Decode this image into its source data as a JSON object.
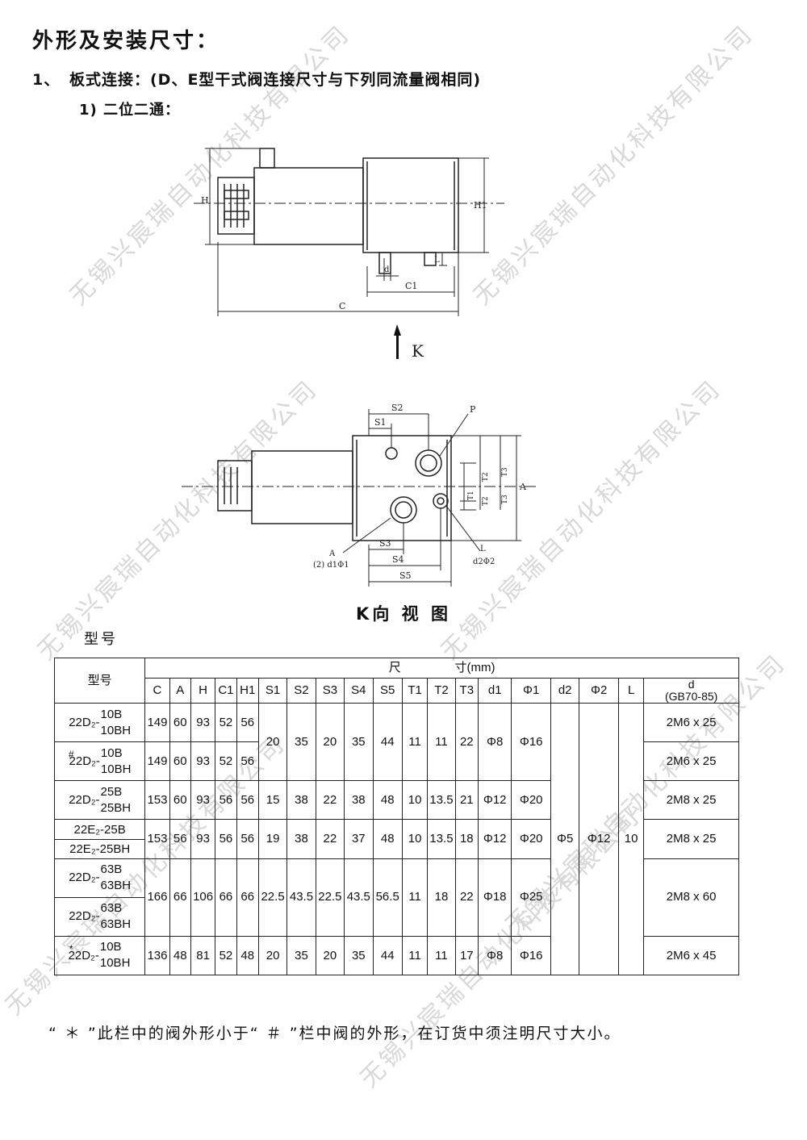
{
  "title": "外形及安装尺寸：",
  "section": {
    "num": "1、",
    "text": "板式连接：(D、E型干式阀连接尺寸与下列同流量阀相同)"
  },
  "subsection": "1) 二位二通：",
  "drawing1": {
    "H": "H",
    "H1": "H1",
    "d": "d",
    "L": "L",
    "C1": "C1",
    "C": "C",
    "K": "K"
  },
  "drawing2": {
    "S1": "S1",
    "S2": "S2",
    "S3": "S3",
    "S4": "S4",
    "S5": "S5",
    "P": "P",
    "T1": "T1",
    "T2": "T2",
    "T3": "T3",
    "A": "A",
    "A_port": "A",
    "port_a": "(2) d1Φ1",
    "L": "L",
    "port_b": "d2Φ2"
  },
  "view_title": "K向 视 图",
  "model_caption": "型号",
  "table": {
    "model_header": "型号",
    "dim_header": "尺                寸(mm)",
    "columns": [
      "C",
      "A",
      "H",
      "C1",
      "H1",
      "S1",
      "S2",
      "S3",
      "S4",
      "S5",
      "T1",
      "T2",
      "T3",
      "d1",
      "Φ1",
      "d2",
      "Φ2",
      "L"
    ],
    "d_header_top": "d",
    "d_header_bottom": "(GB70-85)",
    "rows": [
      {
        "prefix": "22D₂-",
        "mark": "",
        "m1": "10B",
        "m2": "10BH",
        "C": "149",
        "A": "60",
        "H": "93",
        "C1": "52",
        "H1": "56",
        "d": "2M6 x 25"
      },
      {
        "prefix": "22D₂-",
        "mark": "#",
        "m1": "10B",
        "m2": "10BH",
        "C": "149",
        "A": "60",
        "H": "93",
        "C1": "52",
        "H1": "56",
        "d": "2M6 x 25"
      },
      {
        "prefix": "22D₂-",
        "mark": "",
        "m1": "25B",
        "m2": "25BH",
        "C": "153",
        "A": "60",
        "H": "93",
        "C1": "56",
        "H1": "56",
        "S1": "15",
        "S2": "38",
        "S3": "22",
        "S4": "38",
        "S5": "48",
        "T1": "10",
        "T2": "13.5",
        "T3": "21",
        "d1": "Φ12",
        "phi1": "Φ20",
        "d": "2M8 x 25"
      },
      {
        "model1": "22E₂-25B",
        "model2": "22E₂-25BH",
        "C": "153",
        "A": "56",
        "H": "93",
        "C1": "56",
        "H1": "56",
        "S1": "19",
        "S2": "38",
        "S3": "22",
        "S4": "37",
        "S5": "48",
        "T1": "10",
        "T2": "13.5",
        "T3": "18",
        "d1": "Φ12",
        "phi1": "Φ20",
        "d": "2M8 x 25"
      },
      {
        "prefix": "22D₂-",
        "mark": "",
        "m1": "63B",
        "m2": "63BH",
        "C": "166",
        "A": "66",
        "H": "106",
        "C1": "66",
        "H1": "66",
        "S1": "22.5",
        "S2": "43.5",
        "S3": "22.5",
        "S4": "43.5",
        "S5": "56.5",
        "T1": "11",
        "T2": "18",
        "T3": "22",
        "d1": "Φ18",
        "phi1": "Φ25",
        "d": "2M8 x 60"
      },
      {
        "prefix": "22D₂-",
        "mark": "",
        "m1": "63B",
        "m2": "63BH"
      },
      {
        "prefix": "22D₂-",
        "mark": "*",
        "m1": "10B",
        "m2": "10BH",
        "C": "136",
        "A": "48",
        "H": "81",
        "C1": "52",
        "H1": "48",
        "S1": "20",
        "S2": "35",
        "S3": "20",
        "S4": "35",
        "S5": "44",
        "T1": "11",
        "T2": "11",
        "T3": "17",
        "d1": "Φ8",
        "phi1": "Φ16",
        "d": "2M6 x 45"
      }
    ],
    "shared_10": {
      "S1": "20",
      "S2": "35",
      "S3": "20",
      "S4": "35",
      "S5": "44",
      "T1": "11",
      "T2": "11",
      "T3": "22",
      "d1": "Φ8",
      "phi1": "Φ16"
    },
    "shared_all": {
      "d2": "Φ5",
      "phi2": "Φ12",
      "L": "10"
    }
  },
  "footnote": "“ ＊ ”此栏中的阀外形小于“ ＃ ”栏中阀的外形，在订货中须注明尺寸大小。",
  "watermark": "无锡兴宸瑞自动化科技有限公司"
}
